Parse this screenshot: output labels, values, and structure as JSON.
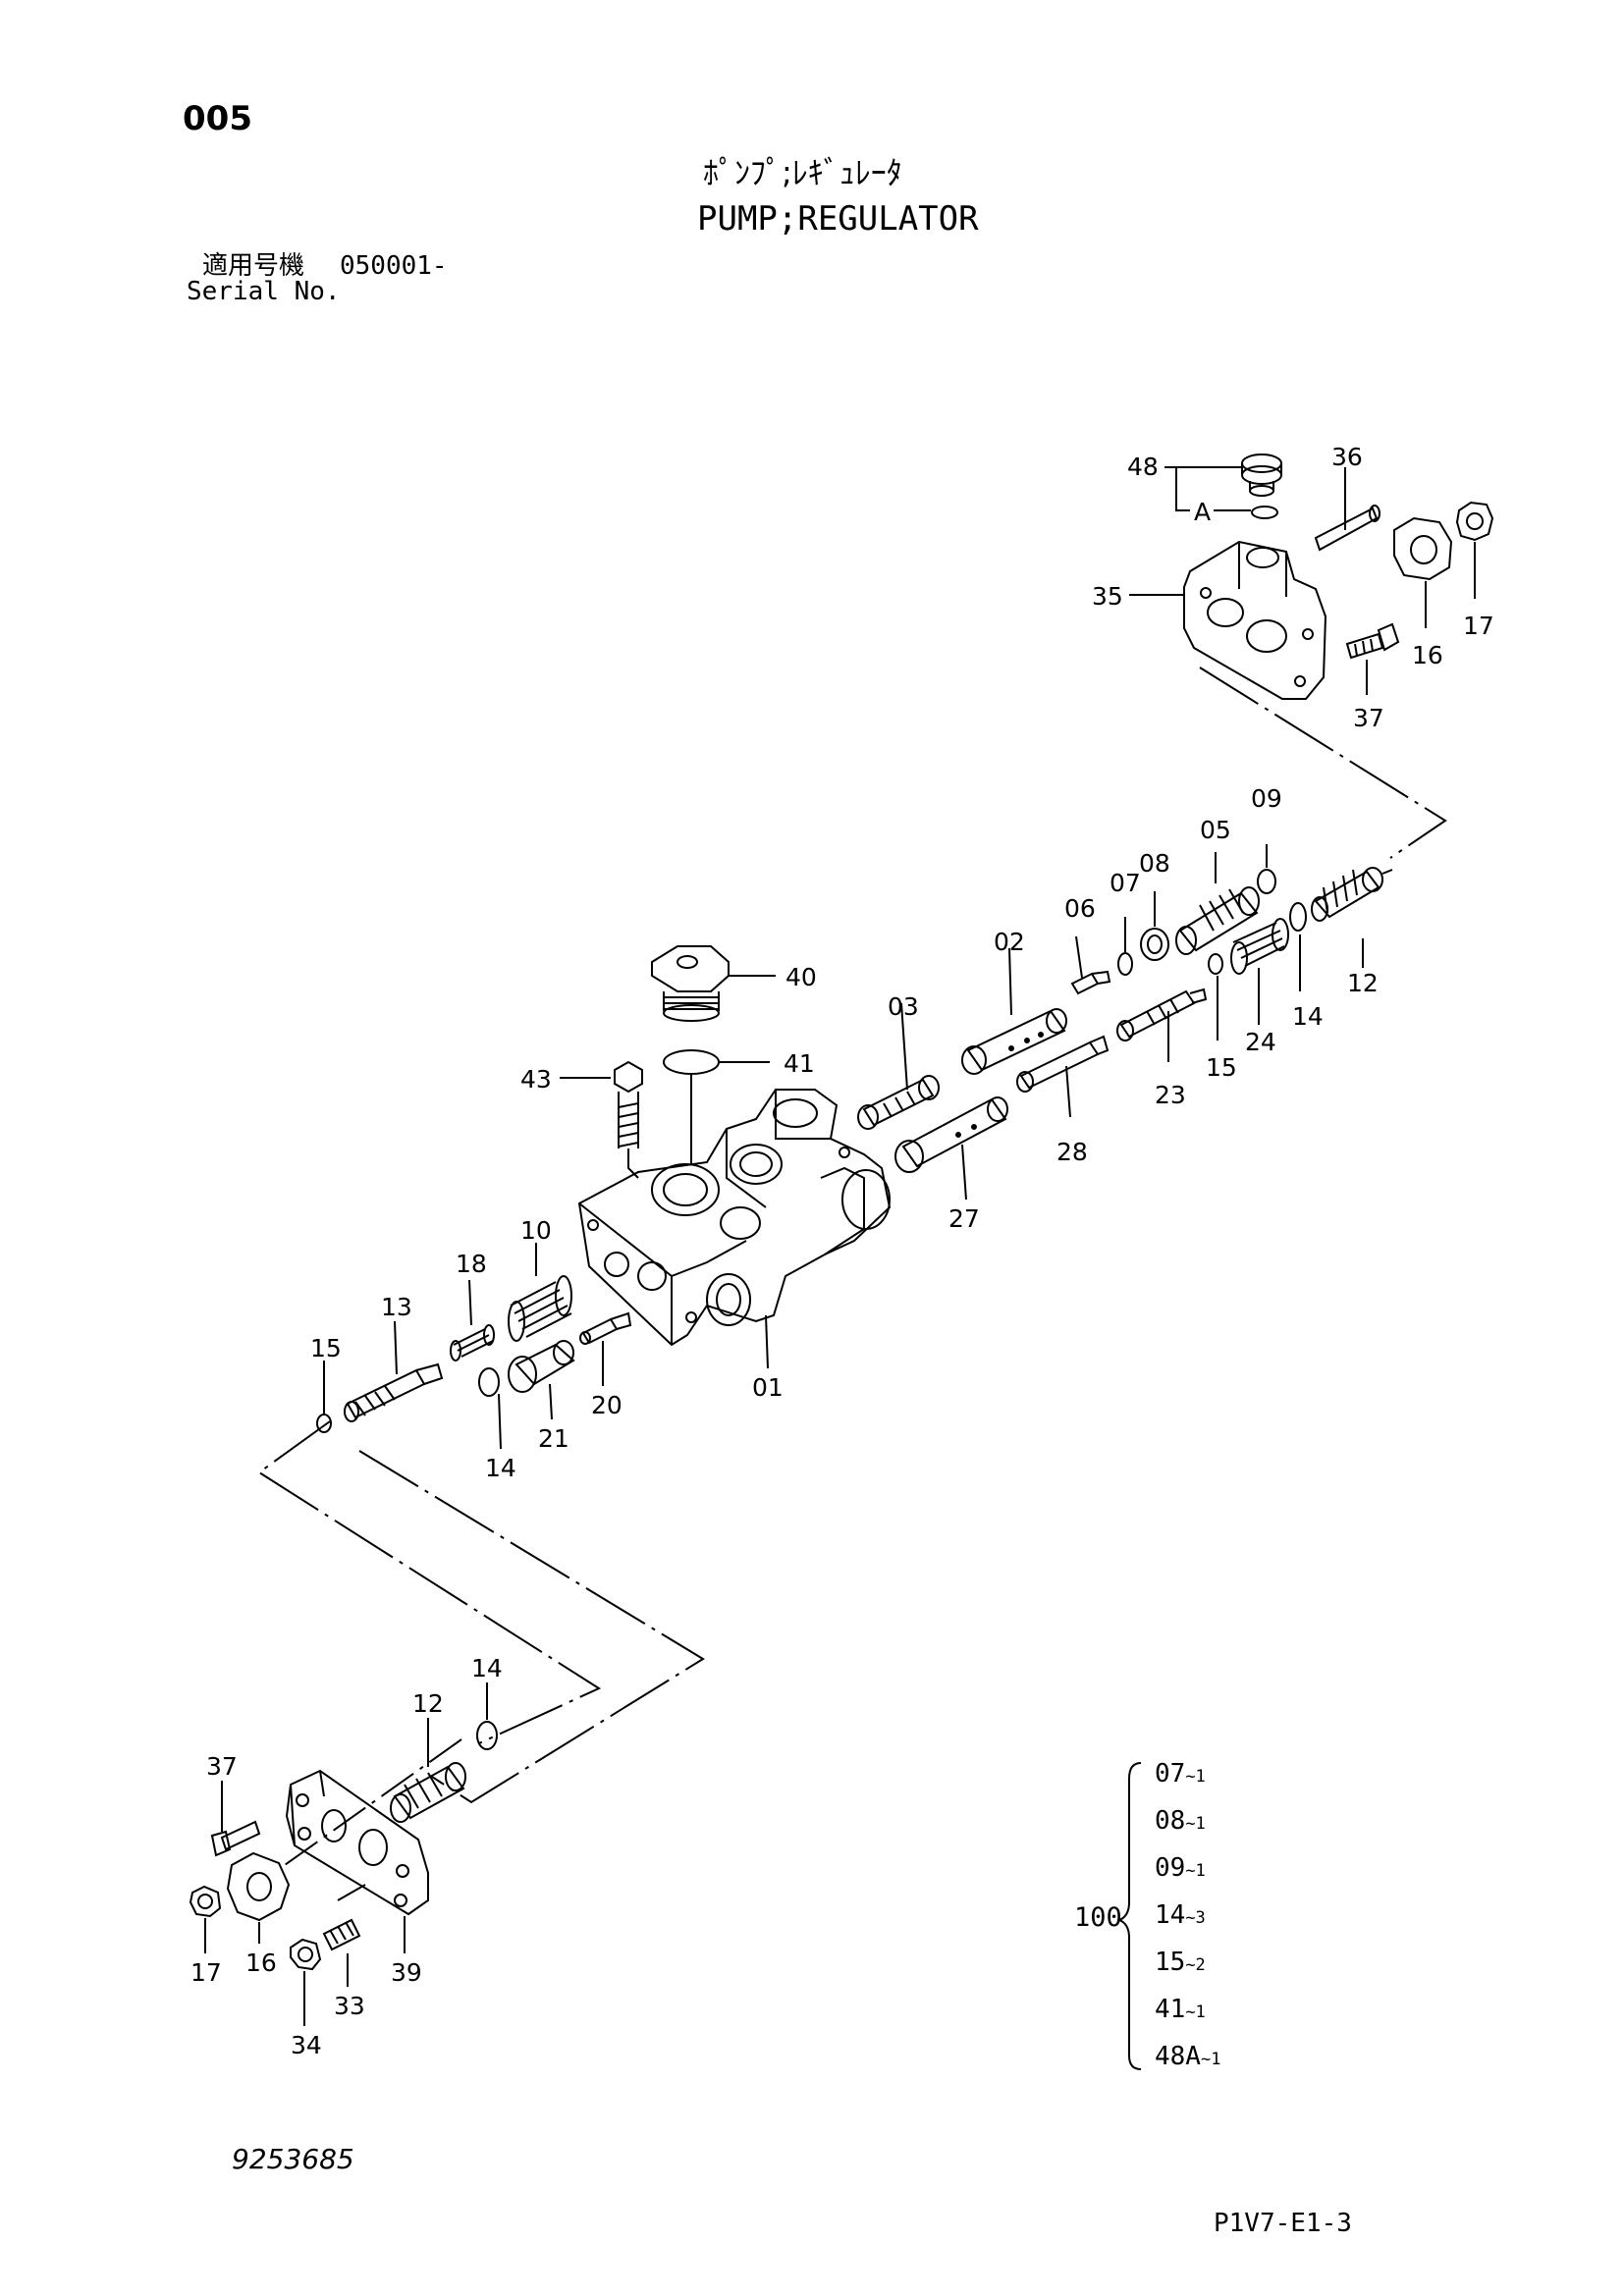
{
  "header": {
    "page_code": "005",
    "title_jp": "ﾎﾟﾝﾌﾟ;ﾚｷﾞｭﾚｰﾀ",
    "title_en": "PUMP;REGULATOR",
    "serial_label_jp": "適用号機",
    "serial_value": "050001-",
    "serial_label_en": "Serial No."
  },
  "callouts": [
    "48",
    "A",
    "36",
    "35",
    "16",
    "17",
    "37",
    "09",
    "05",
    "08",
    "07",
    "06",
    "02",
    "03",
    "40",
    "41",
    "43",
    "12",
    "14",
    "24",
    "15",
    "23",
    "28",
    "27",
    "10",
    "18",
    "13",
    "15",
    "14",
    "21",
    "20",
    "01",
    "14",
    "12",
    "37",
    "16",
    "17",
    "34",
    "33",
    "39"
  ],
  "kit": {
    "label": "100",
    "items": [
      {
        "part": "07",
        "qty": "~1"
      },
      {
        "part": "08",
        "qty": "~1"
      },
      {
        "part": "09",
        "qty": "~1"
      },
      {
        "part": "14",
        "qty": "~3"
      },
      {
        "part": "15",
        "qty": "~2"
      },
      {
        "part": "41",
        "qty": "~1"
      },
      {
        "part": "48A",
        "qty": "~1"
      }
    ]
  },
  "footer": {
    "drawing_number": "9253685",
    "sheet_reference": "P1V7-E1-3"
  }
}
